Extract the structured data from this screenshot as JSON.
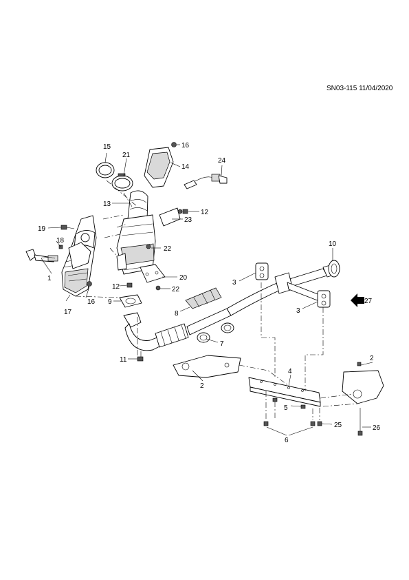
{
  "reference": "SN03-115 11/04/2020",
  "callouts": [
    {
      "id": "c1",
      "text": "1"
    },
    {
      "id": "c2a",
      "text": "2"
    },
    {
      "id": "c2b",
      "text": "2"
    },
    {
      "id": "c3a",
      "text": "3"
    },
    {
      "id": "c3b",
      "text": "3"
    },
    {
      "id": "c4",
      "text": "4"
    },
    {
      "id": "c5",
      "text": "5"
    },
    {
      "id": "c6",
      "text": "6"
    },
    {
      "id": "c7",
      "text": "7"
    },
    {
      "id": "c8",
      "text": "8"
    },
    {
      "id": "c9",
      "text": "9"
    },
    {
      "id": "c10",
      "text": "10"
    },
    {
      "id": "c11",
      "text": "11"
    },
    {
      "id": "c12a",
      "text": "12"
    },
    {
      "id": "c12b",
      "text": "12"
    },
    {
      "id": "c13",
      "text": "13"
    },
    {
      "id": "c14",
      "text": "14"
    },
    {
      "id": "c15",
      "text": "15"
    },
    {
      "id": "c16a",
      "text": "16"
    },
    {
      "id": "c16b",
      "text": "16"
    },
    {
      "id": "c17",
      "text": "17"
    },
    {
      "id": "c18",
      "text": "18"
    },
    {
      "id": "c19",
      "text": "19"
    },
    {
      "id": "c20",
      "text": "20"
    },
    {
      "id": "c21",
      "text": "21"
    },
    {
      "id": "c22a",
      "text": "22"
    },
    {
      "id": "c22b",
      "text": "22"
    },
    {
      "id": "c23",
      "text": "23"
    },
    {
      "id": "c24",
      "text": "24"
    },
    {
      "id": "c25",
      "text": "25"
    },
    {
      "id": "c26",
      "text": "26"
    },
    {
      "id": "c27",
      "text": "27"
    }
  ]
}
